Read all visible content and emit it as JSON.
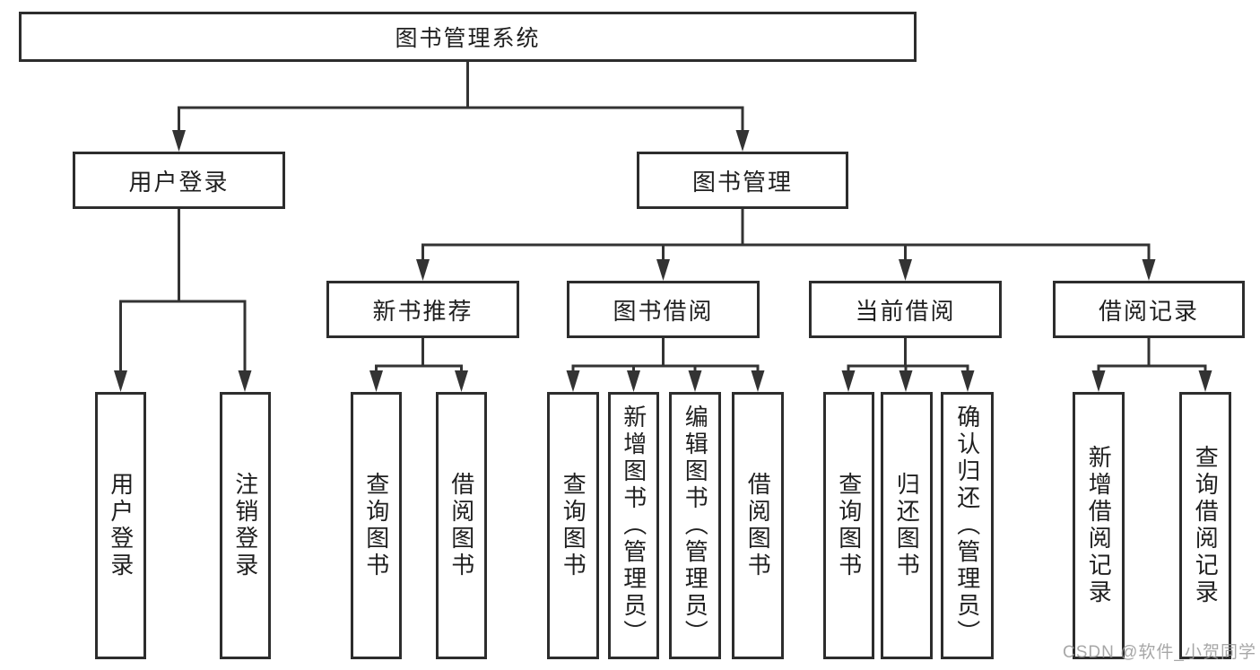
{
  "root": {
    "label": "图书管理系统"
  },
  "branches": [
    {
      "label": "用户登录",
      "children": [
        {
          "label": "用户登录"
        },
        {
          "label": "注销登录"
        }
      ]
    },
    {
      "label": "图书管理",
      "children": [
        {
          "label": "新书推荐",
          "children": [
            {
              "label": "查询图书"
            },
            {
              "label": "借阅图书"
            }
          ]
        },
        {
          "label": "图书借阅",
          "children": [
            {
              "label": "查询图书"
            },
            {
              "label": "新增图书（管理员）"
            },
            {
              "label": "编辑图书（管理员）"
            },
            {
              "label": "借阅图书"
            }
          ]
        },
        {
          "label": "当前借阅",
          "children": [
            {
              "label": "查询图书"
            },
            {
              "label": "归还图书"
            },
            {
              "label": "确认归还（管理员）"
            }
          ]
        },
        {
          "label": "借阅记录",
          "children": [
            {
              "label": "新增借阅记录"
            },
            {
              "label": "查询借阅记录"
            }
          ]
        }
      ]
    }
  ],
  "watermark": "CSDN @软件_小贺同学",
  "colors": {
    "line": "#333333",
    "box_border": "#2d2d2d",
    "text": "#1f1f1f",
    "watermark": "#9c9c9c",
    "background": "#ffffff"
  }
}
